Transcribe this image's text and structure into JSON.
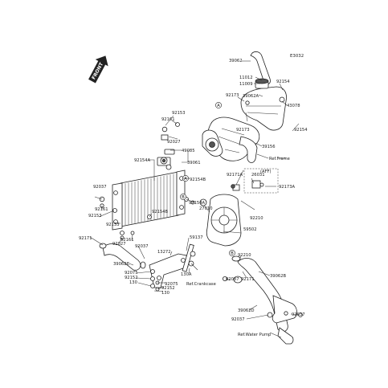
{
  "diagram": {
    "code": "E3032",
    "front_arrow": "FRONT",
    "callouts": {
      "A": "A",
      "B": "B"
    },
    "references": {
      "frame": "Ref.Frame",
      "crankcase": "Ref.Crankcase",
      "water_pump": "Ref.Water Pump"
    },
    "variant_note": "(AFF)",
    "parts": {
      "p39062": "39062",
      "p11012": "11012",
      "p11009": "11009",
      "p92154_top": "92154",
      "p39062A": "39062A",
      "p92173_a": "92173",
      "p43078": "43078",
      "p92173_b": "92173",
      "p92154_right": "92154",
      "p39156": "39156",
      "p92153_top": "92153",
      "p92161_top": "92161",
      "p92027_top": "92027",
      "p49085": "49085",
      "p39061": "39061",
      "p92154A_left": "92154A",
      "p92154B_mid": "92154B",
      "p92171A": "92171A",
      "p26031": "26031",
      "p92173A": "92173A",
      "p92154A_mid": "92154A",
      "p27010": "27010",
      "p92210_a": "92210",
      "p92037_left": "92037",
      "p92153_left": "92153",
      "p92161_left": "92161",
      "p92154B_low": "92154B",
      "p92133": "92133",
      "p92171_left": "92171",
      "p92027_left": "92027",
      "p92161_low": "92161",
      "p92037_mid": "92037",
      "p39062C": "39062C",
      "p59502": "59502",
      "p59137": "59137",
      "p13272": "13272",
      "p130A": "130A",
      "p92075_a": "92075",
      "p92152_a": "92152",
      "p130_a": "130",
      "p92075_b": "92075",
      "p92152_b": "92152",
      "p130_b": "130",
      "p92210_b": "92210",
      "p92037_right": "92037",
      "p92171_right": "92171",
      "p39062B": "39062B",
      "p39062D": "39062D",
      "p92037_low": "92037",
      "p92037_far": "92037"
    }
  }
}
